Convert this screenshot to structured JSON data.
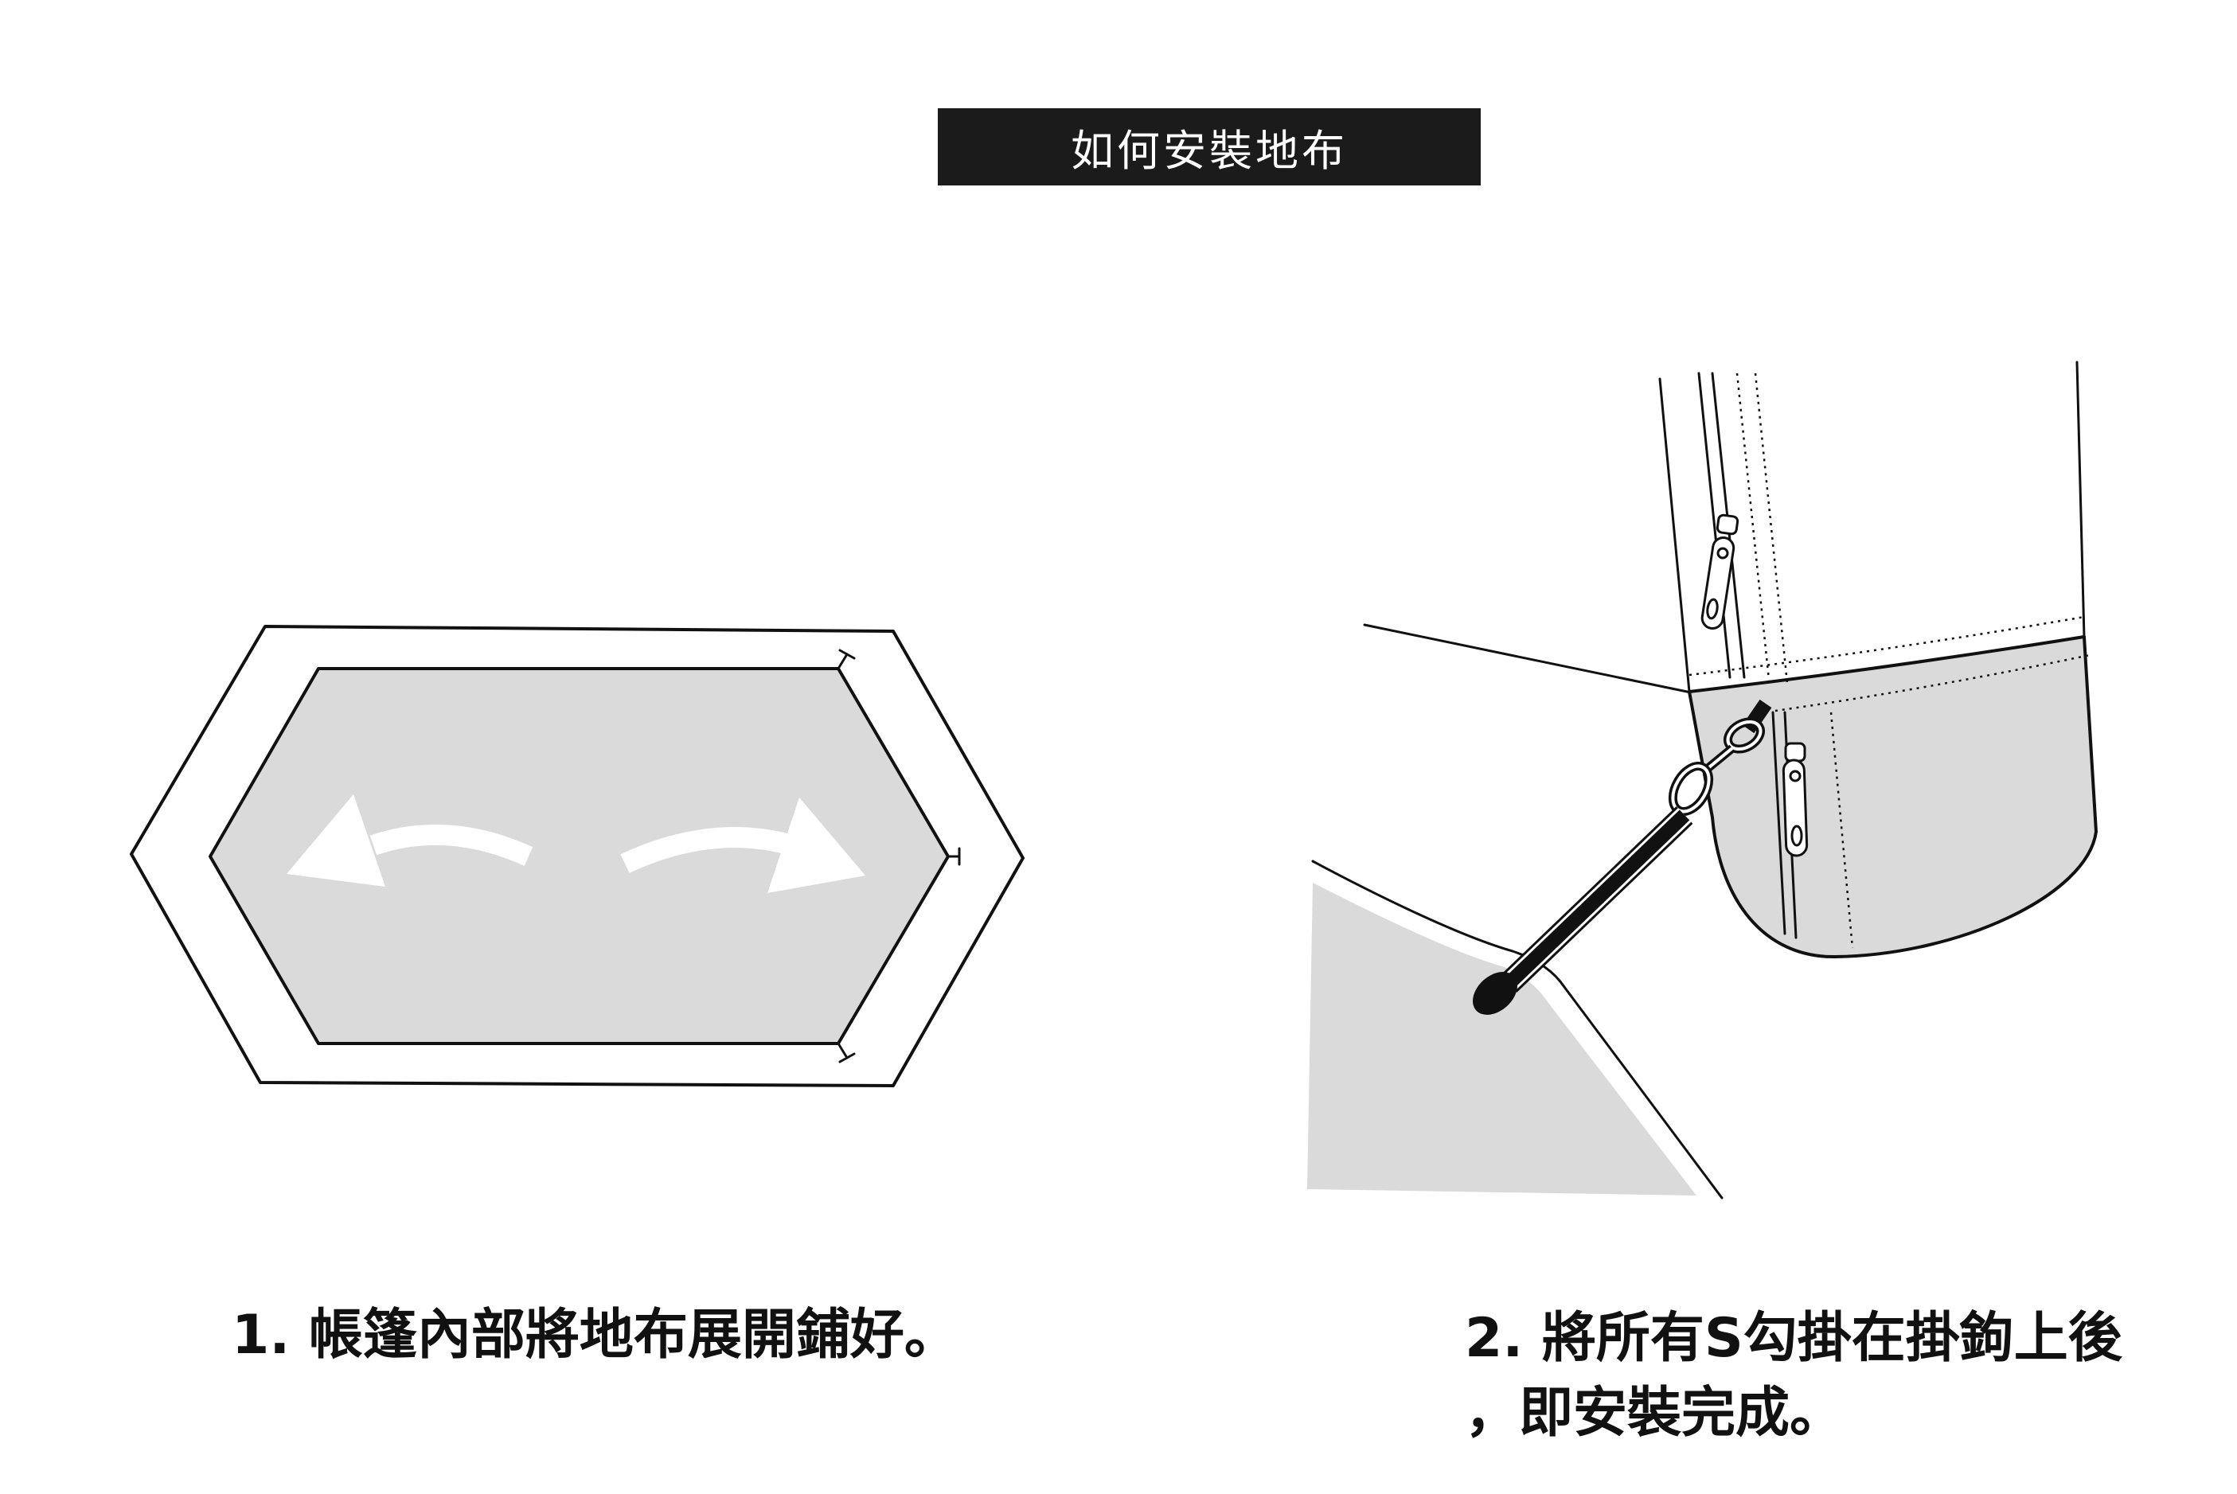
{
  "title": "如何安裝地布",
  "steps": [
    {
      "lines": [
        "1. 帳篷內部將地布展開鋪好。"
      ]
    },
    {
      "lines": [
        "2. 將所有S勾掛在掛鉤上後",
        "，即安裝完成。"
      ]
    }
  ],
  "colors": {
    "ink": "#111111",
    "fill": "#dadada",
    "background": "#ffffff",
    "title_background": "#1b1b1b",
    "title_text": "#ffffff"
  }
}
